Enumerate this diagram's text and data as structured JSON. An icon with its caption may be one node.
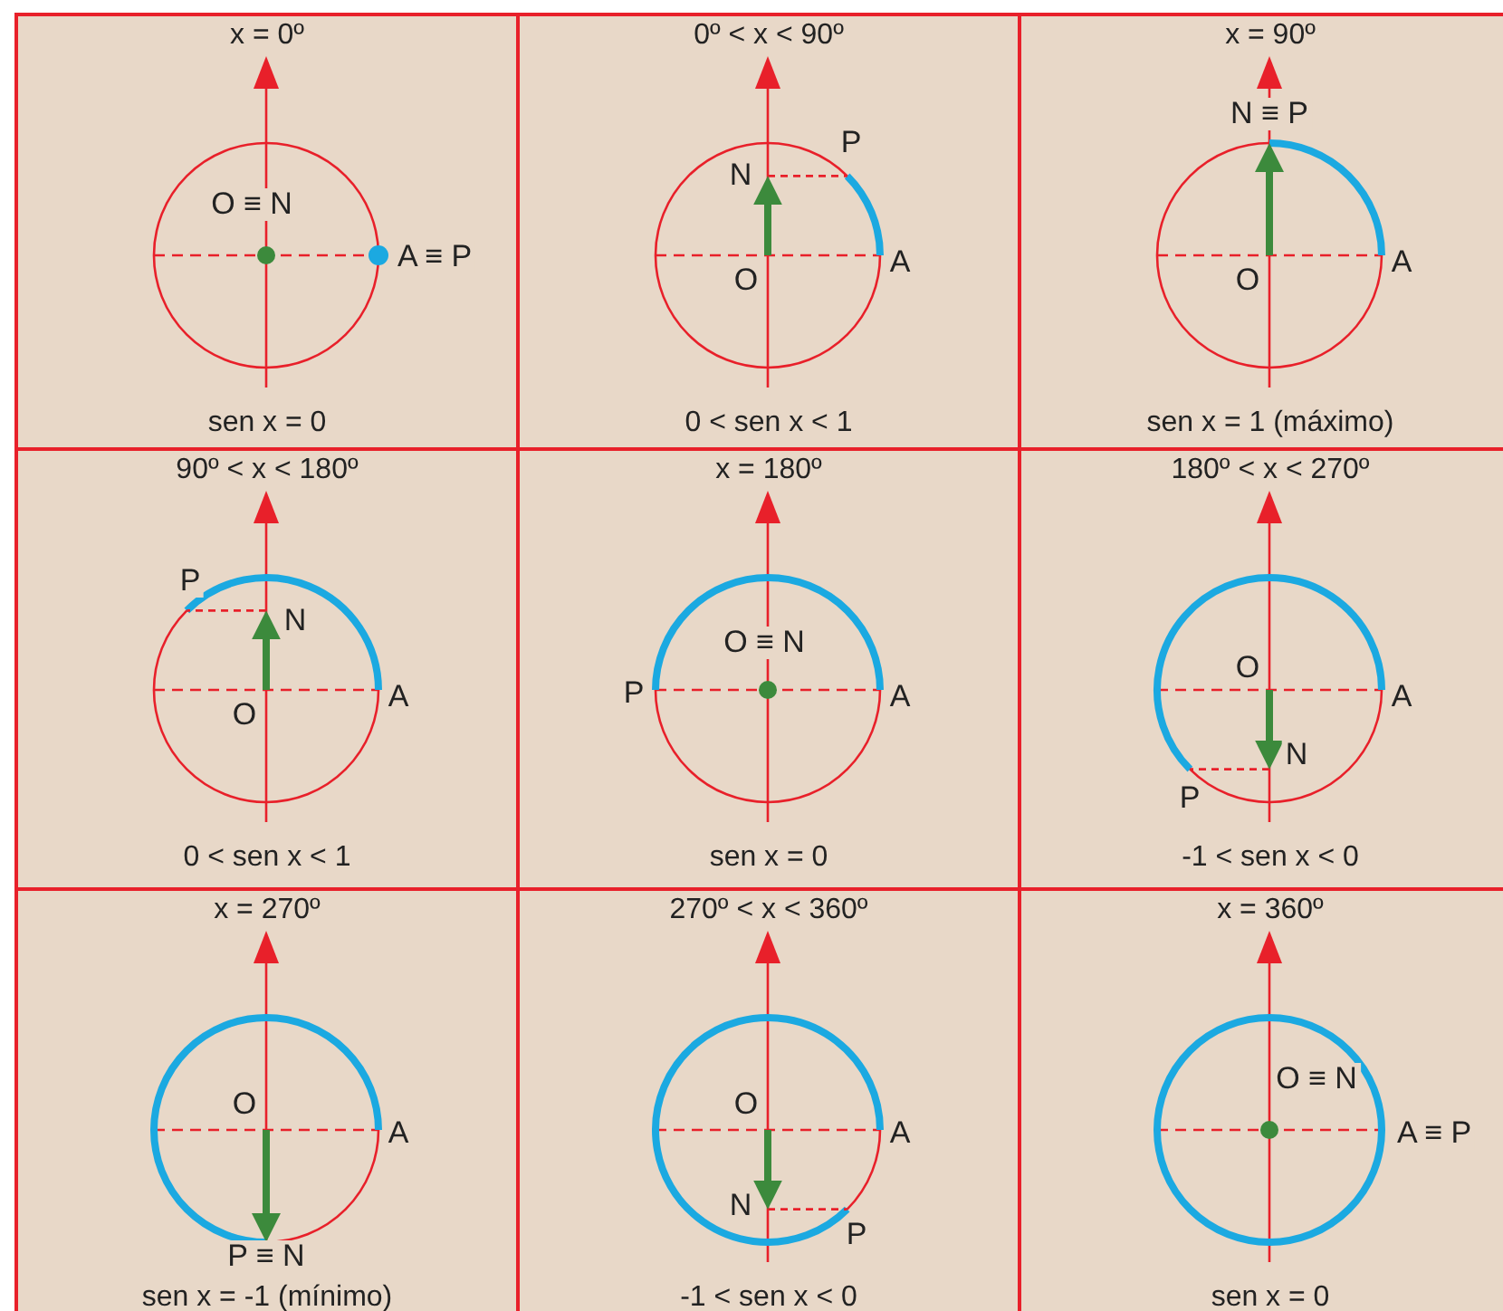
{
  "diagram": {
    "nodes": [
      {
        "text": [
          "x = 0º",
          "O ≡ N",
          "A ≡ P",
          "sen x = 0"
        ]
      },
      {
        "text": [
          "0º < x < 90º",
          "P",
          "N",
          "O",
          "A",
          "0 < sen x < 1"
        ]
      },
      {
        "text": [
          "x = 90º",
          "N ≡ P",
          "O",
          "A",
          "sen x = 1 (máximo)"
        ]
      },
      {
        "text": [
          "90º < x < 180º",
          "P",
          "N",
          "O",
          "A",
          "0 < sen x < 1"
        ]
      },
      {
        "text": [
          "x = 180º",
          "O ≡ N",
          "P",
          "A",
          "sen x = 0"
        ]
      },
      {
        "text": [
          "180º < x < 270º",
          "O",
          "A",
          "N",
          "P",
          "-1 < sen x < 0"
        ]
      },
      {
        "text": [
          "x = 270º",
          "O",
          "A",
          "P ≡ N",
          "sen x = -1 (mínimo)"
        ]
      },
      {
        "text": [
          "270º < x < 360º",
          "O",
          "A",
          "N",
          "P",
          "-1 < sen x < 0"
        ]
      },
      {
        "text": [
          "x = 360º",
          "O ≡ N",
          "A ≡ P",
          "sen x = 0"
        ]
      }
    ]
  }
}
